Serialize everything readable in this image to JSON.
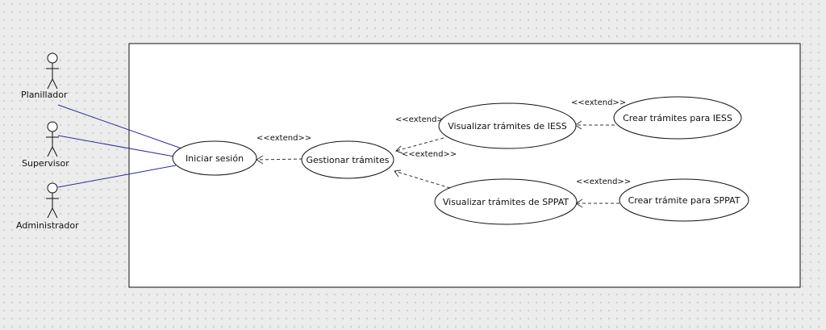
{
  "actors": {
    "planillador": "Planillador",
    "supervisor": "Supervisor",
    "administrador": "Administrador"
  },
  "use_cases": {
    "iniciar_sesion": "Iniciar sesión",
    "gestionar_tramites": "Gestionar trámites",
    "visualizar_iess": "Visualizar trámites de IESS",
    "crear_iess": "Crear trámites para IESS",
    "visualizar_sppat": "Visualizar trámites de SPPAT",
    "crear_sppat": "Crear trámite para SPPAT"
  },
  "relations": {
    "extend_label": "<<extend>>"
  },
  "colors": {
    "association": "#2b2ba0",
    "canvas_background": "#ececec"
  }
}
